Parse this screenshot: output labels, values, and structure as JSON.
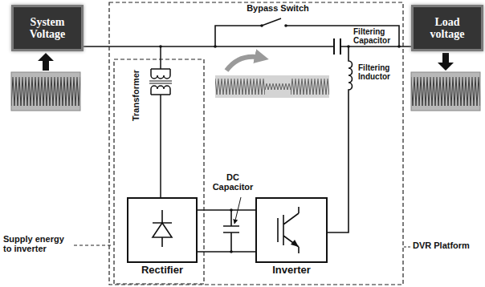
{
  "diagram": {
    "nodes": [
      {
        "text": [
          "System Voltage"
        ]
      },
      {
        "text": [
          "Load voltage"
        ]
      },
      {
        "text": [
          "Rectifier"
        ]
      },
      {
        "text": [
          "Inverter"
        ]
      }
    ],
    "edges": [
      {
        "from": 0,
        "to": 1,
        "arrow": "none"
      },
      {
        "from": 2,
        "to": 3,
        "arrow": "none"
      }
    ],
    "labels": [
      "Bypass Switch",
      "Filtering Capacitor",
      "Filtering Inductor",
      "Transformer",
      "DC Capacitor",
      "Supply energy to inverter",
      "DVR Platform"
    ]
  }
}
